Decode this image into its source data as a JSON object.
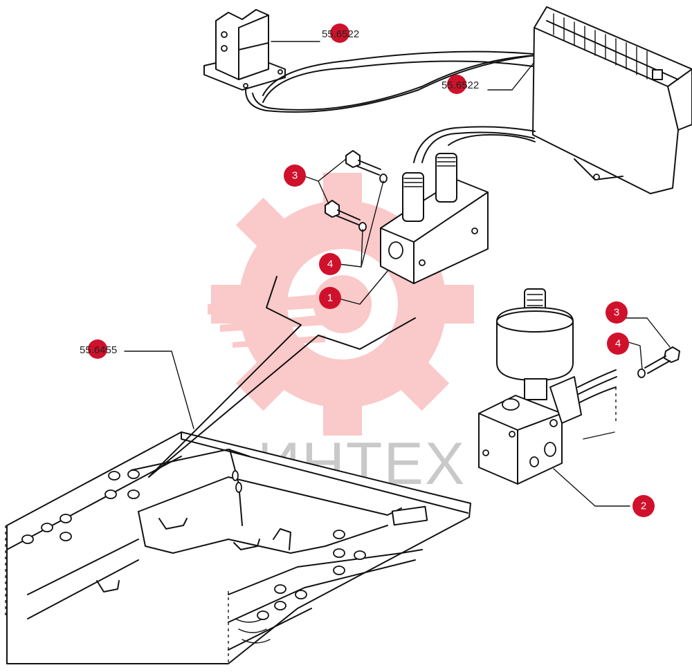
{
  "watermark": {
    "text": "ИНТЕХ",
    "color": "#f05a5a"
  },
  "refs": {
    "top_bracket": "55.6522",
    "control_unit": "55.6522",
    "frame": "55.6455"
  },
  "callouts": {
    "c1": "1",
    "c2": "2",
    "c3_left": "3",
    "c3_right": "3",
    "c4_left": "4",
    "c4_right": "4"
  },
  "colors": {
    "callout": "#d0112b",
    "line": "#111111"
  }
}
